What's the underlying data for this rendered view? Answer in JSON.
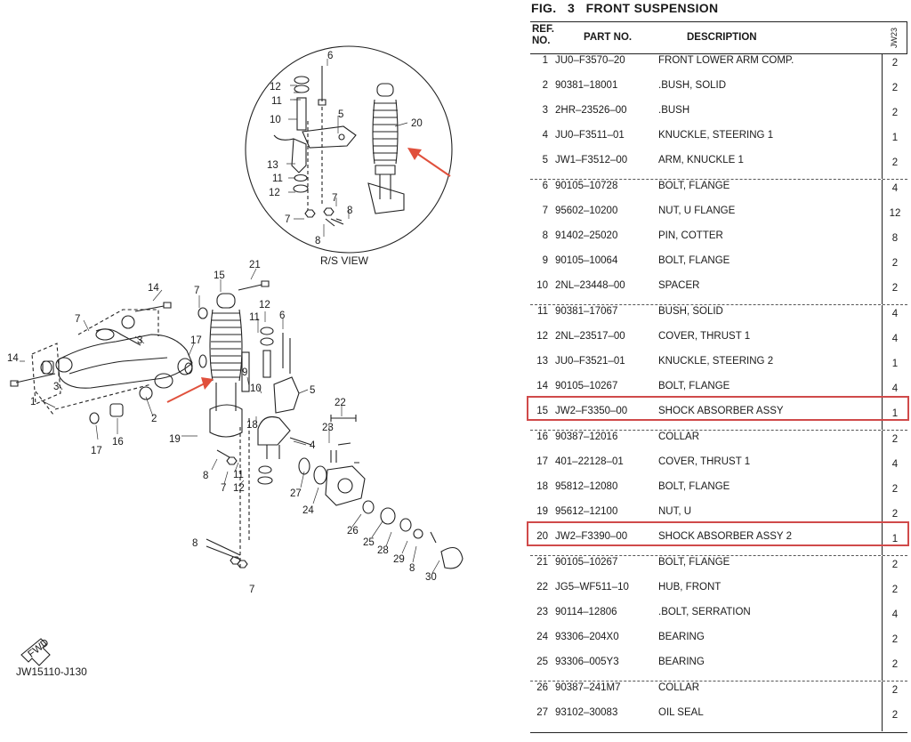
{
  "figure": {
    "fig_prefix": "FIG.",
    "fig_number": "3",
    "title": "FRONT SUSPENSION"
  },
  "table": {
    "headers": {
      "ref_line1": "REF.",
      "ref_line2": "NO.",
      "part_no": "PART NO.",
      "description": "DESCRIPTION",
      "qty": "JW23"
    },
    "rows": [
      {
        "ref": "1",
        "part": "JU0–F3570–20",
        "desc": "FRONT LOWER ARM COMP.",
        "qty": "2",
        "sep": false
      },
      {
        "ref": "2",
        "part": "90381–18001",
        "desc": ".BUSH, SOLID",
        "qty": "2",
        "sep": false
      },
      {
        "ref": "3",
        "part": "2HR–23526–00",
        "desc": ".BUSH",
        "qty": "2",
        "sep": false
      },
      {
        "ref": "4",
        "part": "JU0–F3511–01",
        "desc": "KNUCKLE, STEERING 1",
        "qty": "1",
        "sep": false
      },
      {
        "ref": "5",
        "part": "JW1–F3512–00",
        "desc": "ARM, KNUCKLE 1",
        "qty": "2",
        "sep": false
      },
      {
        "ref": "6",
        "part": "90105–10728",
        "desc": "BOLT, FLANGE",
        "qty": "4",
        "sep": true
      },
      {
        "ref": "7",
        "part": "95602–10200",
        "desc": "NUT, U FLANGE",
        "qty": "12",
        "sep": false
      },
      {
        "ref": "8",
        "part": "91402–25020",
        "desc": "PIN, COTTER",
        "qty": "8",
        "sep": false
      },
      {
        "ref": "9",
        "part": "90105–10064",
        "desc": "BOLT, FLANGE",
        "qty": "2",
        "sep": false
      },
      {
        "ref": "10",
        "part": "2NL–23448–00",
        "desc": "SPACER",
        "qty": "2",
        "sep": false
      },
      {
        "ref": "11",
        "part": "90381–17067",
        "desc": "BUSH, SOLID",
        "qty": "4",
        "sep": true
      },
      {
        "ref": "12",
        "part": "2NL–23517–00",
        "desc": "COVER, THRUST 1",
        "qty": "4",
        "sep": false
      },
      {
        "ref": "13",
        "part": "JU0–F3521–01",
        "desc": "KNUCKLE, STEERING 2",
        "qty": "1",
        "sep": false
      },
      {
        "ref": "14",
        "part": "90105–10267",
        "desc": "BOLT, FLANGE",
        "qty": "4",
        "sep": false
      },
      {
        "ref": "15",
        "part": "JW2–F3350–00",
        "desc": "SHOCK ABSORBER ASSY",
        "qty": "1",
        "sep": false
      },
      {
        "ref": "16",
        "part": "90387–12016",
        "desc": "COLLAR",
        "qty": "2",
        "sep": true
      },
      {
        "ref": "17",
        "part": "401–22128–01",
        "desc": "COVER, THRUST 1",
        "qty": "4",
        "sep": false
      },
      {
        "ref": "18",
        "part": "95812–12080",
        "desc": "BOLT, FLANGE",
        "qty": "2",
        "sep": false
      },
      {
        "ref": "19",
        "part": "95612–12100",
        "desc": "NUT, U",
        "qty": "2",
        "sep": false
      },
      {
        "ref": "20",
        "part": "JW2–F3390–00",
        "desc": "SHOCK ABSORBER ASSY 2",
        "qty": "1",
        "sep": false
      },
      {
        "ref": "21",
        "part": "90105–10267",
        "desc": "BOLT, FLANGE",
        "qty": "2",
        "sep": true
      },
      {
        "ref": "22",
        "part": "JG5–WF511–10",
        "desc": "HUB, FRONT",
        "qty": "2",
        "sep": false
      },
      {
        "ref": "23",
        "part": "90114–12806",
        "desc": ".BOLT, SERRATION",
        "qty": "4",
        "sep": false
      },
      {
        "ref": "24",
        "part": "93306–204X0",
        "desc": "BEARING",
        "qty": "2",
        "sep": false
      },
      {
        "ref": "25",
        "part": "93306–005Y3",
        "desc": "BEARING",
        "qty": "2",
        "sep": false
      },
      {
        "ref": "26",
        "part": "90387–241M7",
        "desc": "COLLAR",
        "qty": "2",
        "sep": true
      },
      {
        "ref": "27",
        "part": "93102–30083",
        "desc": "OIL SEAL",
        "qty": "2",
        "sep": false
      }
    ]
  },
  "highlighted_refs": [
    "15",
    "20"
  ],
  "diagram": {
    "rs_view_label": "R/S VIEW",
    "diagram_code": "JW15110-J130",
    "fwd_label": "FWD",
    "callouts_inset": [
      "6",
      "12",
      "11",
      "10",
      "5",
      "20",
      "13",
      "11",
      "12",
      "7",
      "8",
      "7",
      "8"
    ],
    "callouts_main": [
      "21",
      "15",
      "14",
      "7",
      "12",
      "11",
      "6",
      "7",
      "3",
      "17",
      "14",
      "3",
      "1",
      "2",
      "9",
      "10",
      "5",
      "16",
      "17",
      "18",
      "22",
      "19",
      "4",
      "23",
      "8",
      "7",
      "11",
      "12",
      "27",
      "24",
      "26",
      "25",
      "28",
      "29",
      "8",
      "30",
      "8",
      "7"
    ]
  },
  "colors": {
    "highlight": "#d04a4a",
    "arrow": "#e0503c",
    "ink": "#1a1a1a"
  }
}
